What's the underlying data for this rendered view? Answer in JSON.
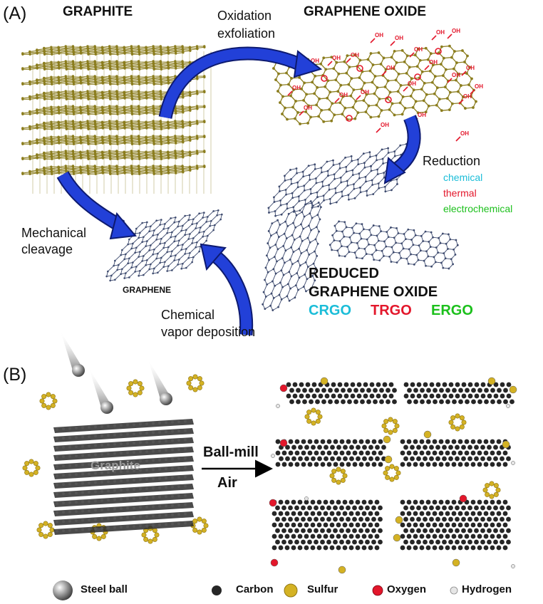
{
  "panel_a": {
    "label": "(A)",
    "graphite_title": "GRAPHITE",
    "go_title": "GRAPHENE OXIDE",
    "oxidation_line1": "Oxidation",
    "oxidation_line2": "exfoliation",
    "reduction": "Reduction",
    "methods": [
      "chemical",
      "thermal",
      "electrochemical"
    ],
    "mechanical_line1": "Mechanical",
    "mechanical_line2": "cleavage",
    "graphene_title": "GRAPHENE",
    "cvd_line1": "Chemical",
    "cvd_line2": "vapor deposition",
    "rgo_line1": "REDUCED",
    "rgo_line2": "GRAPHENE OXIDE",
    "rgo_types": [
      "CRGO",
      "TRGO",
      "ERGO"
    ],
    "oh_label": "OH",
    "o_label": "O",
    "colors": {
      "graphite": "#8b7d1e",
      "graphene": "#3d4a6e",
      "oxygen_groups": "#e3172b",
      "arrow": "#2240d8",
      "chemical": "#1bbdd8",
      "thermal": "#e3172b",
      "electrochemical": "#1cc01c"
    }
  },
  "panel_b": {
    "label": "(B)",
    "graphite_label": "Graphite",
    "process_line1": "Ball-mill",
    "process_line2": "Air",
    "legend": [
      "Steel ball",
      "Carbon",
      "Sulfur",
      "Oxygen",
      "Hydrogen"
    ],
    "colors": {
      "carbon": "#262626",
      "sulfur": "#d4b224",
      "oxygen": "#e3172b",
      "hydrogen": "#e6e6e6",
      "steel": "#8c8c8c"
    }
  }
}
